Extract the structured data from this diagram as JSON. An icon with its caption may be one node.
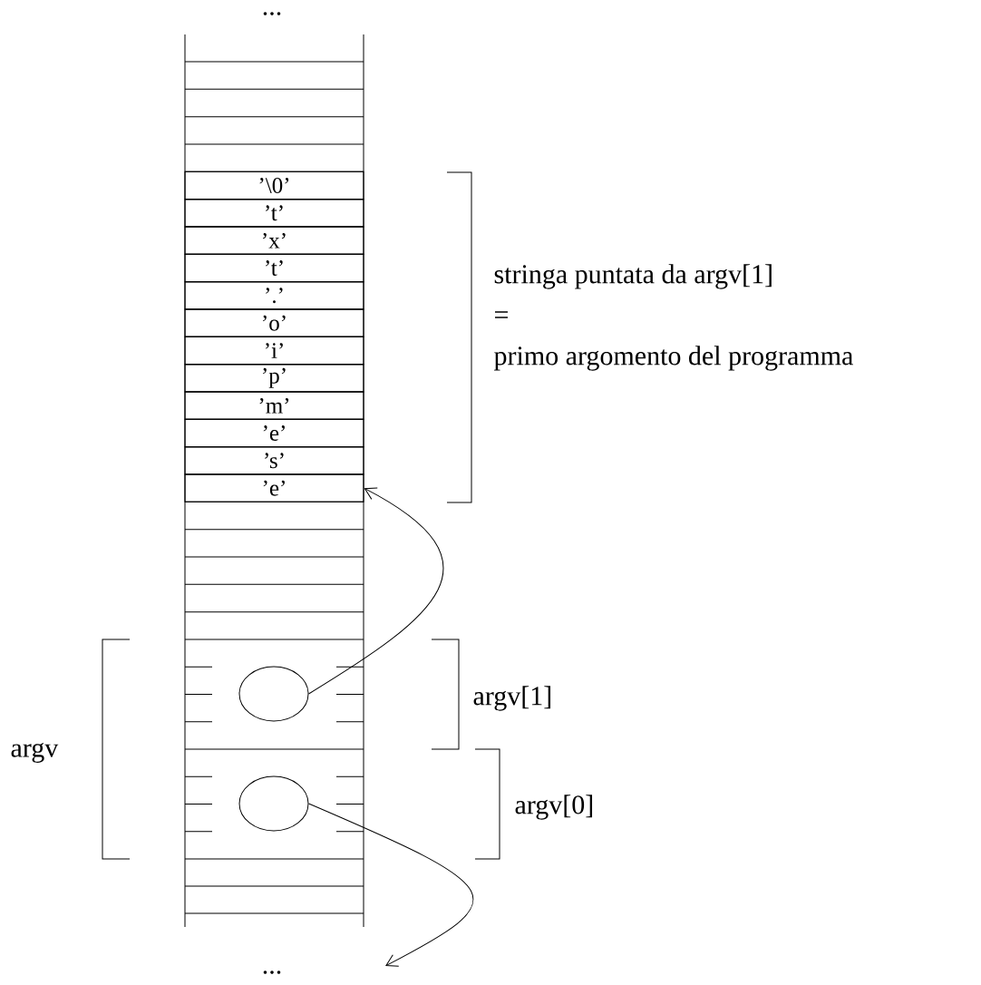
{
  "diagram": {
    "nodes": [
      {
        "text": [
          "’\\0’"
        ]
      },
      {
        "text": [
          "’t’"
        ]
      },
      {
        "text": [
          "’x’"
        ]
      },
      {
        "text": [
          "’t’"
        ]
      },
      {
        "text": [
          "’.’"
        ]
      },
      {
        "text": [
          "’o’"
        ]
      },
      {
        "text": [
          "’i’"
        ]
      },
      {
        "text": [
          "’p’"
        ]
      },
      {
        "text": [
          "’m’"
        ]
      },
      {
        "text": [
          "’e’"
        ]
      },
      {
        "text": [
          "’s’"
        ]
      },
      {
        "text": [
          "’e’"
        ]
      },
      {
        "text": [],
        "shape": "ellipse"
      },
      {
        "text": [],
        "shape": "ellipse"
      }
    ],
    "edges": [
      {
        "from": 12,
        "to": 11,
        "arrow": "to"
      },
      {
        "from": 13,
        "to": null,
        "arrow": "to"
      }
    ],
    "labels": [
      "...",
      "stringa puntata da argv[1]",
      "=",
      "primo argomento del programma",
      "argv[1]",
      "argv",
      "argv[0]",
      "..."
    ]
  }
}
